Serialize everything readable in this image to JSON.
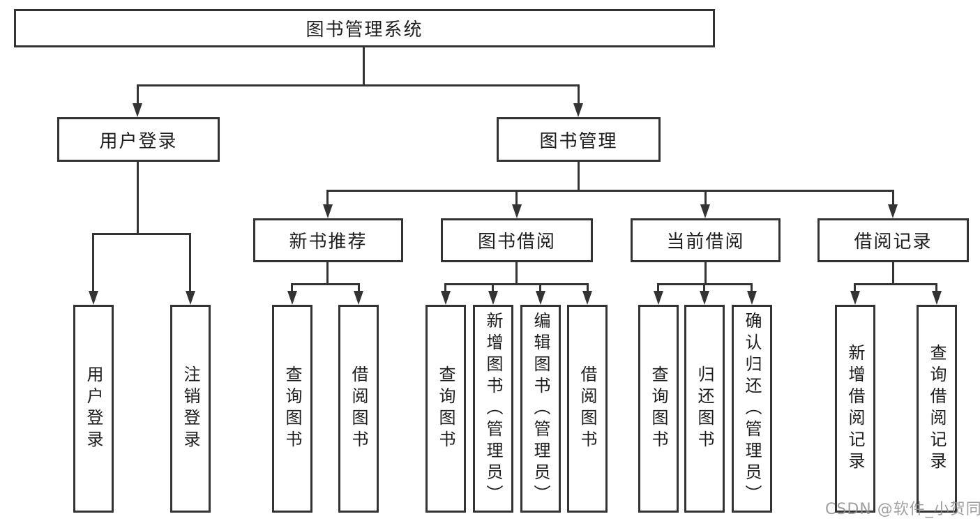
{
  "diagram": {
    "type": "hierarchy-tree",
    "root": {
      "label": "图书管理系统"
    },
    "level2": [
      {
        "label": "用户登录"
      },
      {
        "label": "图书管理"
      }
    ],
    "level3": [
      {
        "label": "新书推荐",
        "parent": "图书管理"
      },
      {
        "label": "图书借阅",
        "parent": "图书管理"
      },
      {
        "label": "当前借阅",
        "parent": "图书管理"
      },
      {
        "label": "借阅记录",
        "parent": "图书管理"
      }
    ],
    "leaves": [
      {
        "label": "用户登录",
        "parent": "用户登录"
      },
      {
        "label": "注销登录",
        "parent": "用户登录"
      },
      {
        "label": "查询图书",
        "parent": "新书推荐"
      },
      {
        "label": "借阅图书",
        "parent": "新书推荐"
      },
      {
        "label": "查询图书",
        "parent": "图书借阅"
      },
      {
        "label": "新增图书（管理员）",
        "parent": "图书借阅"
      },
      {
        "label": "编辑图书（管理员）",
        "parent": "图书借阅"
      },
      {
        "label": "借阅图书",
        "parent": "图书借阅"
      },
      {
        "label": "查询图书",
        "parent": "当前借阅"
      },
      {
        "label": "归还图书",
        "parent": "当前借阅"
      },
      {
        "label": "确认归还（管理员）",
        "parent": "当前借阅"
      },
      {
        "label": "新增借阅记录",
        "parent": "借阅记录"
      },
      {
        "label": "查询借阅记录",
        "parent": "借阅记录"
      }
    ]
  },
  "watermark": {
    "text": "CSDN @软件_小贺同学"
  },
  "colors": {
    "line": "#333333",
    "box_border": "#333333",
    "text": "#1d1d1d",
    "background": "#ffffff",
    "watermark": "#8e8e8e"
  }
}
